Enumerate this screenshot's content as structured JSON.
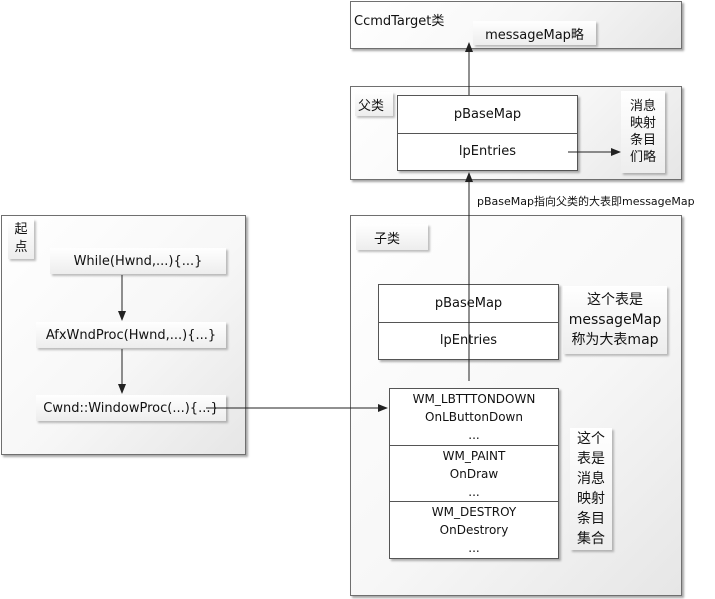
{
  "ccmdtarget": {
    "title": "CcmdTarget类",
    "message_map": "messageMap略"
  },
  "parent_class": {
    "title": "父类",
    "pbasemap": "pBaseMap",
    "lpentries": "lpEntries",
    "note_lines": [
      "消息",
      "映射",
      "条目",
      "们略"
    ]
  },
  "edge_label": "pBaseMap指向父类的大表即messageMap",
  "start": {
    "title_lines": [
      "起",
      "点"
    ],
    "while": "While(Hwnd,...){...}",
    "afxwndproc": "AfxWndProc(Hwnd,...){...}",
    "windowproc": "Cwnd::WindowProc(...){...}"
  },
  "child_class": {
    "title": "子类",
    "pbasemap": "pBaseMap",
    "lpentries": "lpEntries",
    "table_note_lines": [
      "这个表是",
      "messageMap",
      "称为大表map"
    ],
    "entries": [
      {
        "message": "WM_LBTTTONDOWN",
        "handler": "OnLButtonDown",
        "more": "..."
      },
      {
        "message": "WM_PAINT",
        "handler": "OnDraw",
        "more": "..."
      },
      {
        "message": "WM_DESTROY",
        "handler": "OnDestrory",
        "more": "..."
      }
    ],
    "entries_note_lines": [
      "这个",
      "表是",
      "消息",
      "映射",
      "条目",
      "集合"
    ]
  }
}
